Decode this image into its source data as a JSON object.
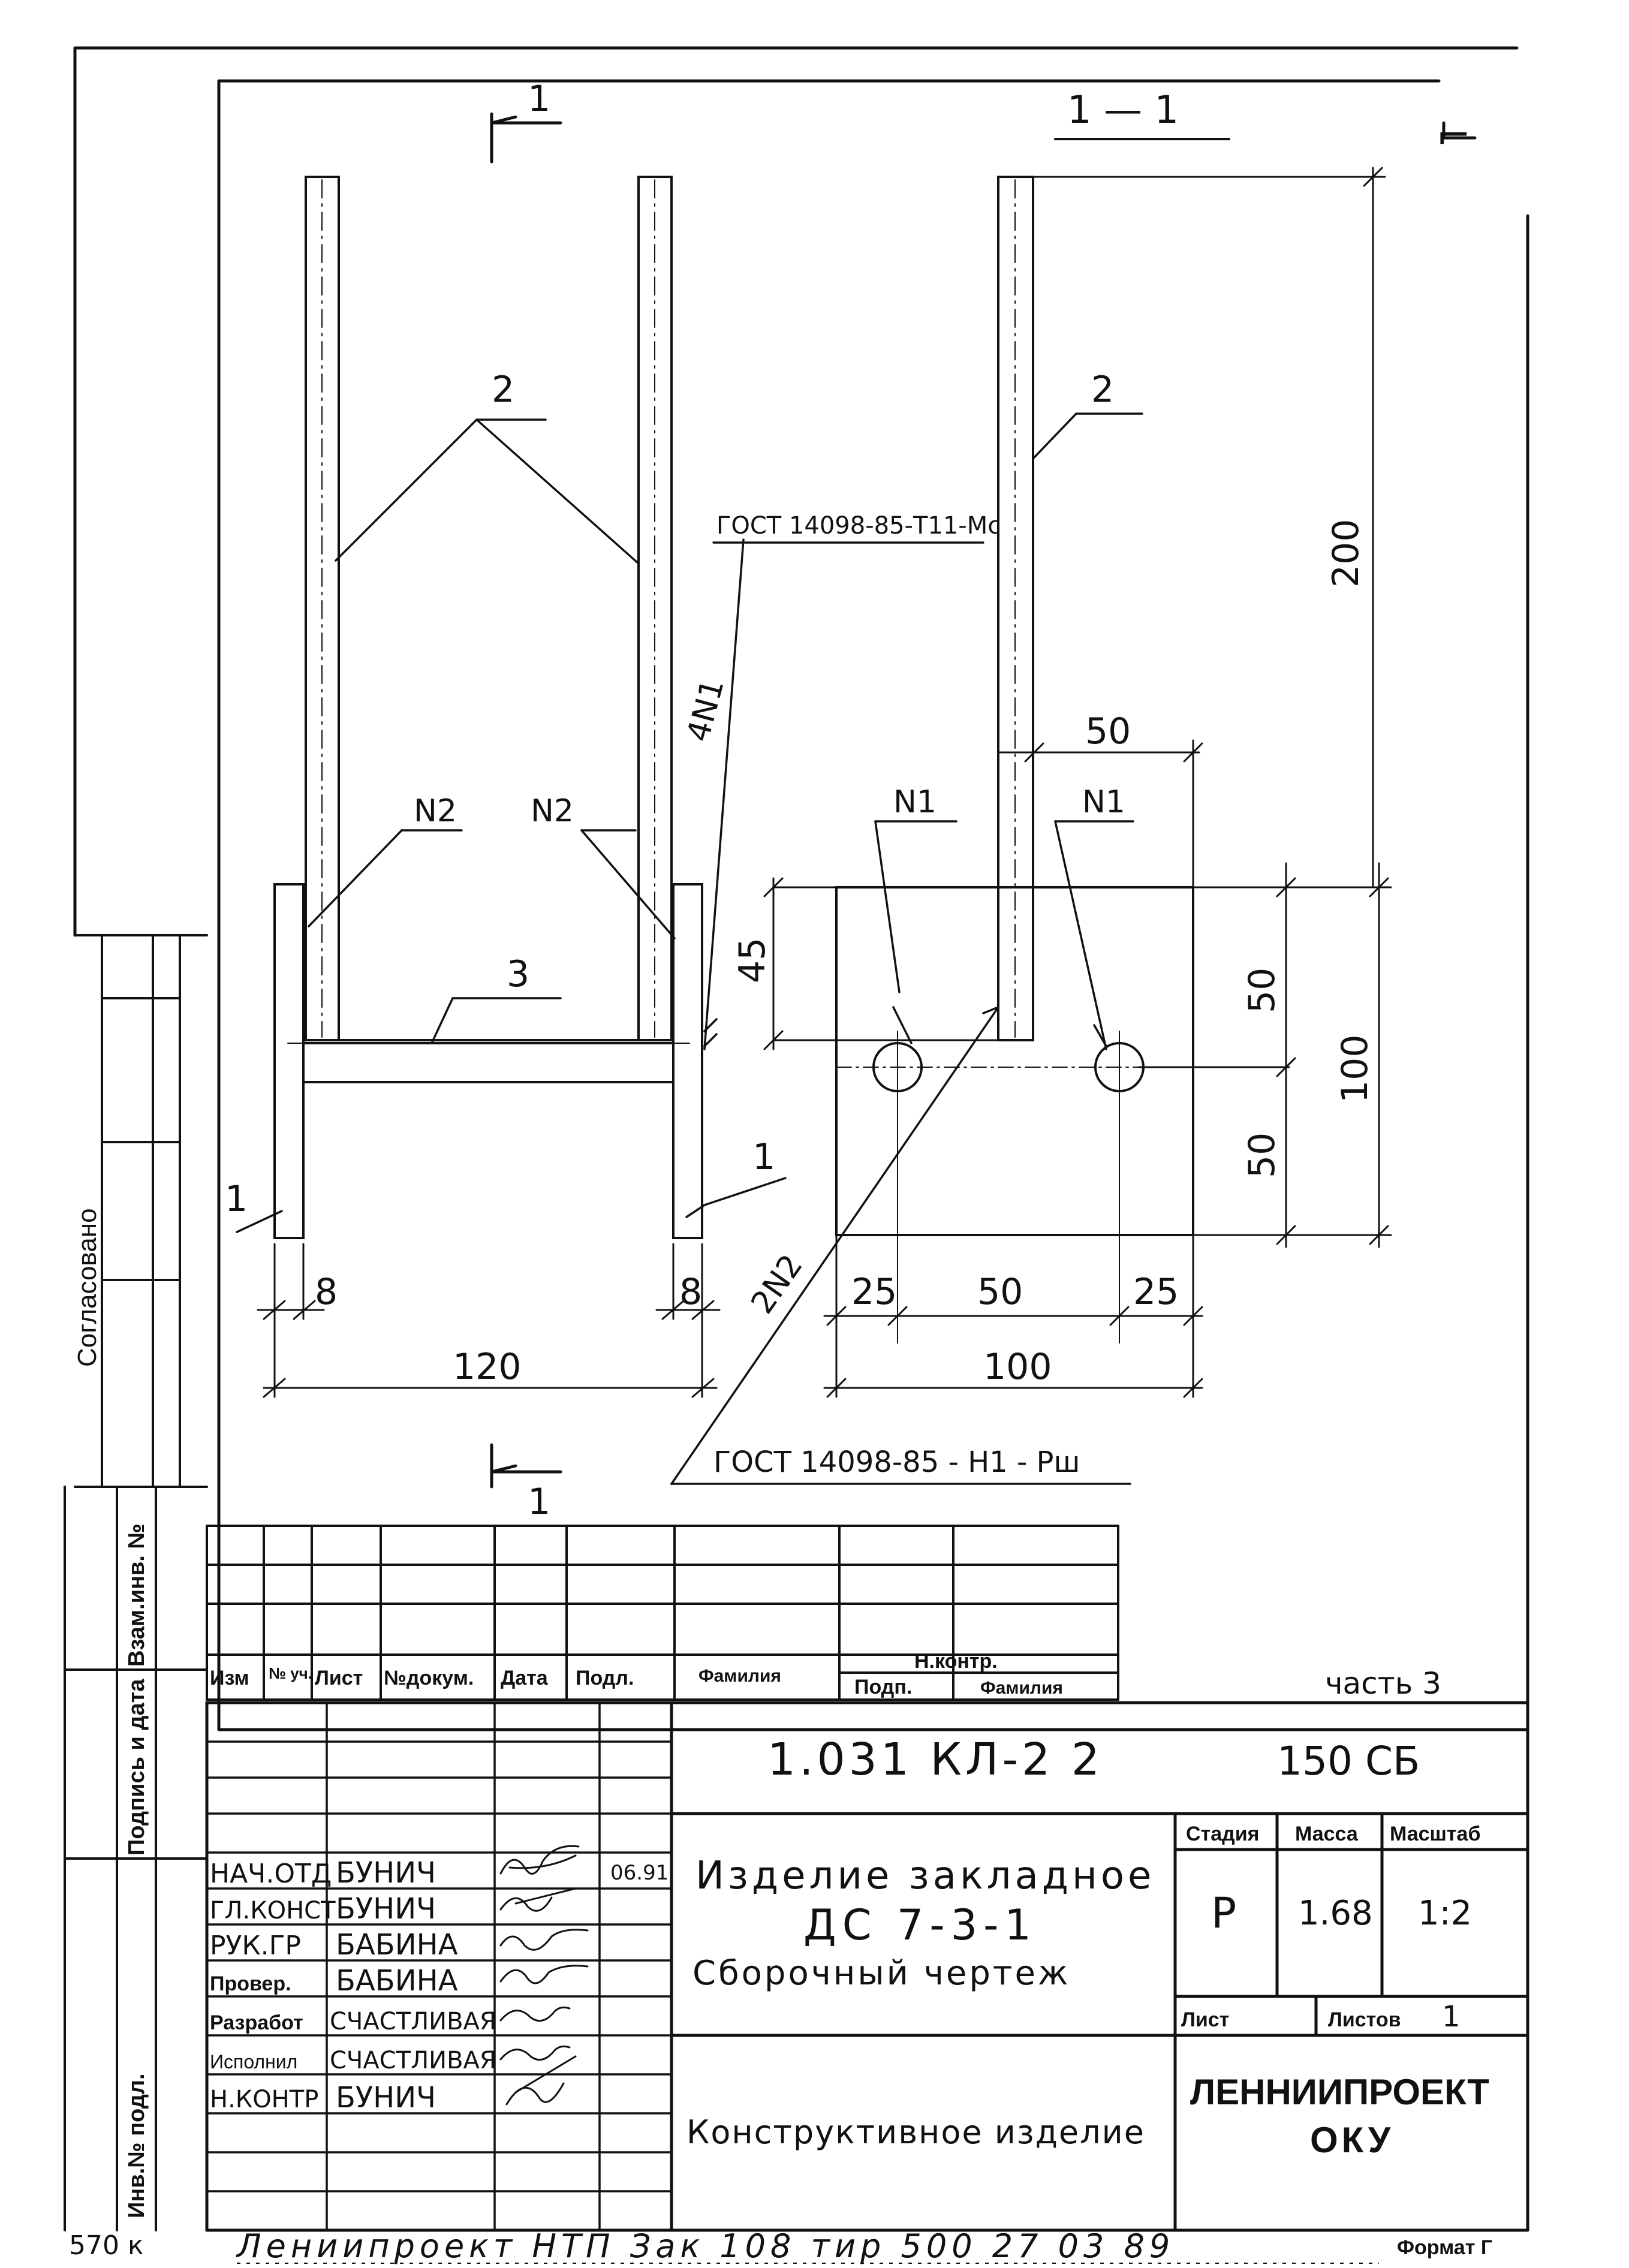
{
  "drawing": {
    "section_mark_label": "1",
    "section_title": "1 — 1",
    "corner_mark": "⌐",
    "part_labels": {
      "bar_two_left": "2",
      "bar_two_right": "2",
      "plate_one_right": "1",
      "plate_one_left": "1",
      "bar_three": "3",
      "weld_n2_left": "N2",
      "weld_n2_right": "N2",
      "weld_n1_left": "N1",
      "weld_n1_right": "N1"
    },
    "weld_notes": {
      "gost_tee": "ГОСТ 14098-85-Т11-Мс",
      "gost_hole": "ГОСТ 14098-85 - Н1 - Рш",
      "count_4n1": "4N1",
      "count_2n2": "2N2"
    },
    "dimensions": {
      "d200": "200",
      "d50_top": "50",
      "d45": "45",
      "d50_a": "50",
      "d50_b": "50",
      "d100_vert": "100",
      "d8_left": "8",
      "d8_right": "8",
      "d120": "120",
      "d25_left": "25",
      "d50_mid": "50",
      "d25_right": "25",
      "d100_horiz": "100"
    }
  },
  "side_stamp": {
    "agreed": "Согласовано",
    "col_inv_replace": "Взам.инв. №",
    "col_sign_date": "Подпись и дата",
    "col_inv_orig": "Инв.№ подл."
  },
  "revision_table": {
    "headers": [
      "Изм",
      "№ уч.",
      "Лист",
      "№докум.",
      "Дата",
      "Подл.",
      "Фамилия"
    ],
    "n_kontr": "Н.контр.",
    "n_kontr_sub": [
      "Подп.",
      "Фамилия"
    ]
  },
  "title_block": {
    "part_label": "часть 3",
    "designation": "1.031 КЛ-2   2",
    "sheet_code": "150 СБ",
    "name_line1": "Изделие закладное",
    "name_line2": "ДС 7-3-1",
    "name_line3": "Сборочный чертеж",
    "doc_type": "Конструктивное изделие",
    "organization_line1": "ЛЕННИИПРОЕКТ",
    "organization_line2": "ОКУ",
    "stage_header": "Стадия",
    "mass_header": "Масса",
    "scale_header": "Масштаб",
    "stage_value": "Р",
    "mass_value": "1.68",
    "scale_value": "1:2",
    "sheet_label": "Лист",
    "sheets_label": "Листов",
    "sheets_value": "1",
    "date_value": "06.91",
    "staff": [
      {
        "role": "НАЧ.ОТД",
        "name": "БУНИЧ"
      },
      {
        "role": "ГЛ.КОНСТ",
        "name": "БУНИЧ"
      },
      {
        "role": "РУК.ГР",
        "name": "БАБИНА"
      },
      {
        "role": "Провер.",
        "name": "БАБИНА"
      },
      {
        "role": "Разработ",
        "name": "СЧАСТЛИВАЯ"
      },
      {
        "role": "Исполнил",
        "name": "СЧАСТЛИВАЯ"
      },
      {
        "role": "Н.КОНТР",
        "name": "БУНИЧ"
      }
    ]
  },
  "footer": {
    "order_number": "570 к",
    "print_note": "Лениипроект НТП Зак 108 тир 500 27 03 89",
    "format_label": "Формат Г"
  }
}
